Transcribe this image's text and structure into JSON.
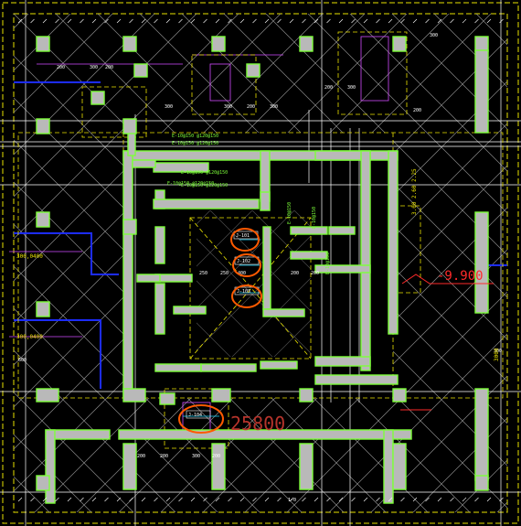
{
  "drawing": {
    "colors": {
      "background": "#000000",
      "wall_fill": "#b9b9b9",
      "wall_edge": "#7dff3a",
      "hatch": "#8a8a8a",
      "yellow": "#e9e200",
      "white": "#ffffff",
      "magenta": "#d24cff",
      "blue": "#1d2cff",
      "red": "#ff2a2a",
      "markup": "#ff5a00",
      "stamp": "#b7342c"
    },
    "elevation": {
      "value": "-9.900"
    },
    "stamp": {
      "text": "25800"
    },
    "rebar_labels": [
      "E-10@150 @120@150",
      "E-10@150 @120@150",
      "E-10@150 @120@150",
      "E-10@150 @120@150",
      "E-10@150 @120@150",
      "E-10@150",
      "E-10@150",
      "E-10@150"
    ],
    "dimensions": [
      "200",
      "300",
      "200",
      "300",
      "200",
      "300",
      "300",
      "200",
      "300",
      "200",
      "300",
      "200",
      "200",
      "300",
      "200",
      "250",
      "250",
      "400",
      "200",
      "200",
      "600",
      "1-0",
      "300"
    ],
    "detail_tags": [
      "J-101",
      "J-102",
      "J-103",
      "J-104"
    ],
    "side_labels": [
      "3.00 2.60 2.25",
      "300,0400",
      "300,0400",
      "3000"
    ]
  }
}
